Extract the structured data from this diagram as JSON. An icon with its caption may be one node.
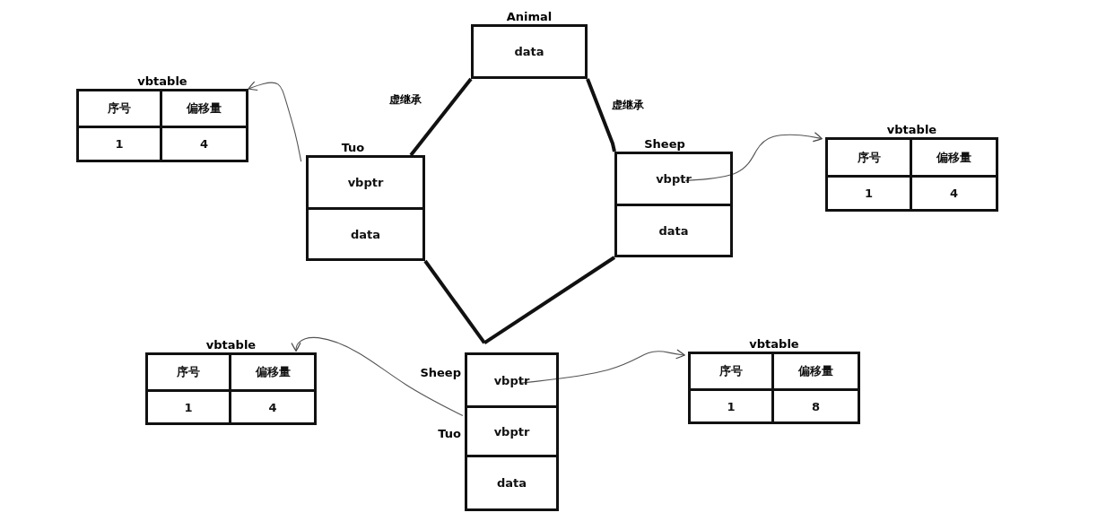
{
  "diagram": {
    "nodes": [
      {
        "text": [
          "Animal",
          "data"
        ]
      },
      {
        "text": [
          "vbtable"
        ]
      },
      {
        "text": [
          "序号"
        ],
        "in": 1
      },
      {
        "text": [
          "偏移量"
        ],
        "in": 1
      },
      {
        "text": [
          "1"
        ],
        "in": 1
      },
      {
        "text": [
          "4"
        ],
        "in": 1
      },
      {
        "text": [
          "Tuo"
        ]
      },
      {
        "text": [
          "vbptr"
        ],
        "in": 6
      },
      {
        "text": [
          "data"
        ],
        "in": 6
      },
      {
        "text": [
          "Sheep"
        ]
      },
      {
        "text": [
          "vbptr"
        ],
        "in": 9
      },
      {
        "text": [
          "data"
        ],
        "in": 9
      },
      {
        "text": [
          "vbtable"
        ]
      },
      {
        "text": [
          "序号"
        ],
        "in": 12
      },
      {
        "text": [
          "偏移量"
        ],
        "in": 12
      },
      {
        "text": [
          "1"
        ],
        "in": 12
      },
      {
        "text": [
          "4"
        ],
        "in": 12
      },
      {
        "text": [
          "vbtable"
        ]
      },
      {
        "text": [
          "序号"
        ],
        "in": 17
      },
      {
        "text": [
          "偏移量"
        ],
        "in": 17
      },
      {
        "text": [
          "1"
        ],
        "in": 17
      },
      {
        "text": [
          "4"
        ],
        "in": 17
      },
      {
        "text": [],
        "shape": "box"
      },
      {
        "text": [
          "vbptr"
        ],
        "in": 22,
        "beside": [
          "Sheep"
        ]
      },
      {
        "text": [
          "vbptr"
        ],
        "in": 22,
        "beside": [
          "Tuo"
        ]
      },
      {
        "text": [
          "data"
        ],
        "in": 22
      },
      {
        "text": [
          "vbtable"
        ]
      },
      {
        "text": [
          "序号"
        ],
        "in": 26
      },
      {
        "text": [
          "偏移量"
        ],
        "in": 26
      },
      {
        "text": [
          "1"
        ],
        "in": 26
      },
      {
        "text": [
          "8"
        ],
        "in": 26
      }
    ],
    "edges": [
      {
        "from": 6,
        "to": 0,
        "arrow": "none",
        "label": "虚继承",
        "style": "thick"
      },
      {
        "from": 9,
        "to": 0,
        "arrow": "none",
        "label": "虚继承",
        "style": "thick"
      },
      {
        "from": 6,
        "to": 22,
        "arrow": "none",
        "style": "thick"
      },
      {
        "from": 9,
        "to": 22,
        "arrow": "none",
        "style": "thick"
      },
      {
        "from": 6,
        "to": 1,
        "arrow": "to"
      },
      {
        "from": 10,
        "to": 12,
        "arrow": "to"
      },
      {
        "from": 24,
        "to": 17,
        "arrow": "to"
      },
      {
        "from": 23,
        "to": 26,
        "arrow": "to"
      }
    ]
  }
}
